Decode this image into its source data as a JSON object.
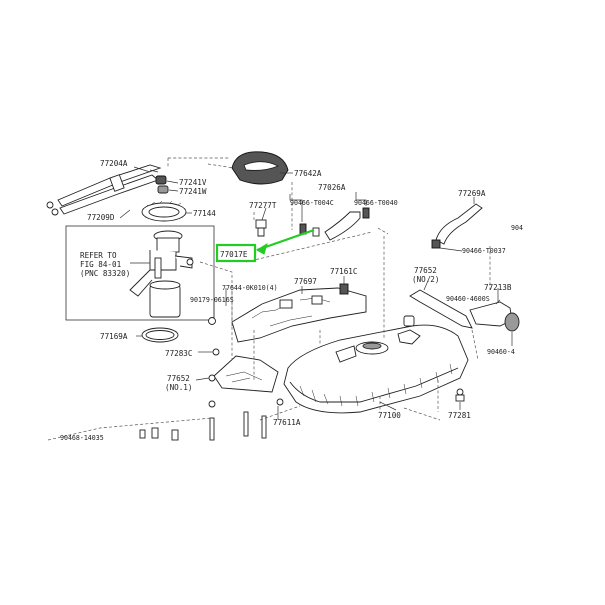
{
  "labels": {
    "p77204a": "77204A",
    "p77241v": "77241V",
    "p77241w": "77241W",
    "p77209d": "77209D",
    "p77144": "77144",
    "p77642a": "77642A",
    "p77026a": "77026A",
    "p77277t": "77277T",
    "p90466_t004c": "90466-T004C",
    "p90466_t0040": "90466-T0040",
    "p77269a": "77269A",
    "p90466_t0037": "90466-T0037",
    "p9046_edge": "904",
    "p77017e": "77017E",
    "p77161c": "77161C",
    "p77697": "77697",
    "p77652_no2": "77652",
    "p77652_no2_sub": "(NO.2)",
    "p77213b": "77213B",
    "p90460_4600s": "90460-4600S",
    "p90460_edge": "90460-4",
    "p90179_0616s": "90179-0616S",
    "p77644_0k010": "77644-0K010(4)",
    "p77169a": "77169A",
    "p77283c": "77283C",
    "p77652_no1": "77652",
    "p77652_no1_sub": "(NO.1)",
    "p77100": "77100",
    "p77281": "77281",
    "p77611a": "77611A",
    "p90468_edge": "90468-14035"
  },
  "refer_box": {
    "line1": "REFER TO",
    "line2": "FIG 84-01",
    "line3": "(PNC 83320)"
  },
  "colors": {
    "highlight": "#22cc22",
    "ink": "#222222"
  }
}
